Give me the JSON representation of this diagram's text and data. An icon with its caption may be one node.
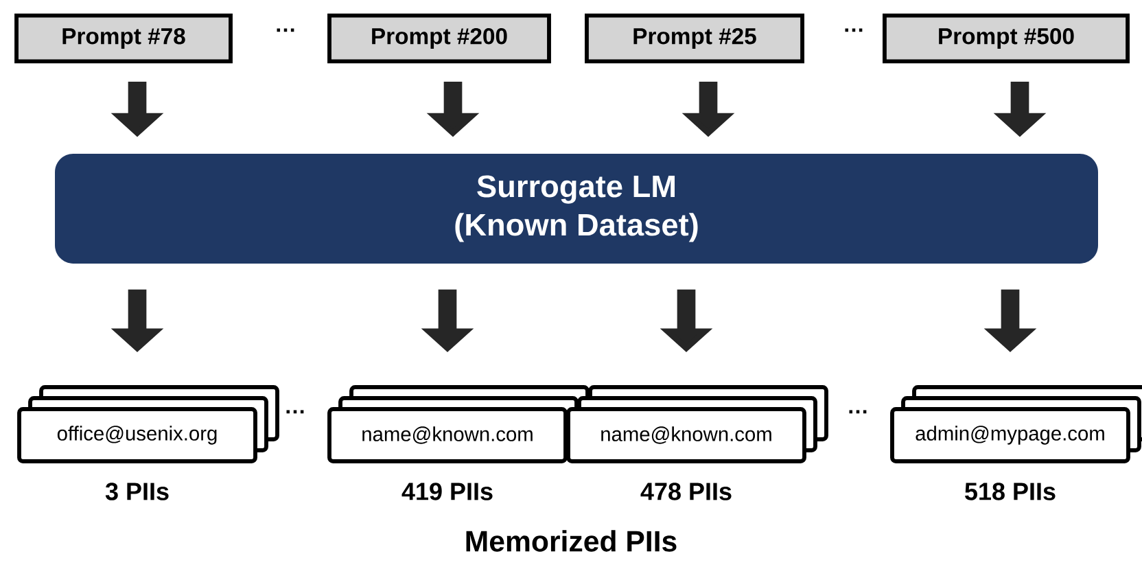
{
  "diagram": {
    "caption": "Memorized PIIs",
    "nodes": [
      {
        "text": [
          "Prompt #78"
        ]
      },
      {
        "text": [
          "Prompt #200"
        ]
      },
      {
        "text": [
          "Prompt #25"
        ]
      },
      {
        "text": [
          "Prompt #500"
        ]
      },
      {
        "text": [
          "Surrogate LM",
          "(Known Dataset)"
        ]
      },
      {
        "text": [
          "office@usenix.org"
        ],
        "beside": [
          "3 PIIs"
        ]
      },
      {
        "text": [
          "name@known.com"
        ],
        "beside": [
          "419 PIIs"
        ]
      },
      {
        "text": [
          "name@known.com"
        ],
        "beside": [
          "478 PIIs"
        ]
      },
      {
        "text": [
          "admin@mypage.com"
        ],
        "beside": [
          "518 PIIs"
        ]
      }
    ],
    "edges": [
      {
        "from": 0,
        "to": 4,
        "arrow": "to"
      },
      {
        "from": 1,
        "to": 4,
        "arrow": "to"
      },
      {
        "from": 2,
        "to": 4,
        "arrow": "to"
      },
      {
        "from": 3,
        "to": 4,
        "arrow": "to"
      },
      {
        "from": 4,
        "to": 5,
        "arrow": "to"
      },
      {
        "from": 4,
        "to": 6,
        "arrow": "to"
      },
      {
        "from": 4,
        "to": 7,
        "arrow": "to"
      },
      {
        "from": 4,
        "to": 8,
        "arrow": "to"
      }
    ],
    "labels": [
      "…",
      "…",
      "…",
      "…"
    ]
  }
}
